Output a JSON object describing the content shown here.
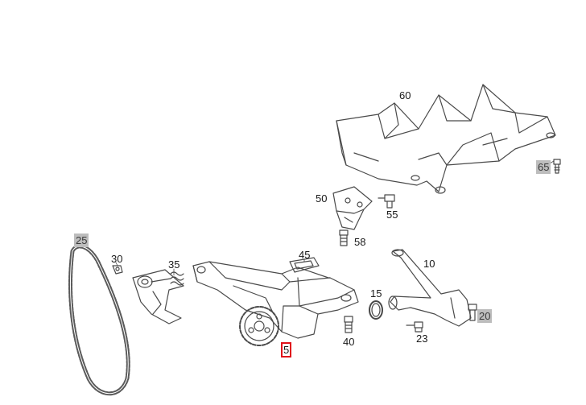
{
  "diagram": {
    "colors": {
      "line": "#4a4a4a",
      "shaded_label_bg": "#bdbdbd",
      "highlight": "#e0101a"
    },
    "callouts": [
      {
        "id": "60",
        "text": "60",
        "shaded": false
      },
      {
        "id": "65",
        "text": "65",
        "shaded": true
      },
      {
        "id": "50",
        "text": "50",
        "shaded": false
      },
      {
        "id": "55",
        "text": "55",
        "shaded": false
      },
      {
        "id": "58",
        "text": "58",
        "shaded": false
      },
      {
        "id": "25",
        "text": "25",
        "shaded": true
      },
      {
        "id": "30",
        "text": "30",
        "shaded": false
      },
      {
        "id": "35",
        "text": "35",
        "shaded": false
      },
      {
        "id": "45",
        "text": "45",
        "shaded": false
      },
      {
        "id": "10",
        "text": "10",
        "shaded": false
      },
      {
        "id": "15",
        "text": "15",
        "shaded": false
      },
      {
        "id": "20",
        "text": "20",
        "shaded": true
      },
      {
        "id": "40",
        "text": "40",
        "shaded": false
      },
      {
        "id": "23",
        "text": "23",
        "shaded": false
      },
      {
        "id": "5",
        "text": "5",
        "shaded": false,
        "selected": true
      }
    ]
  }
}
